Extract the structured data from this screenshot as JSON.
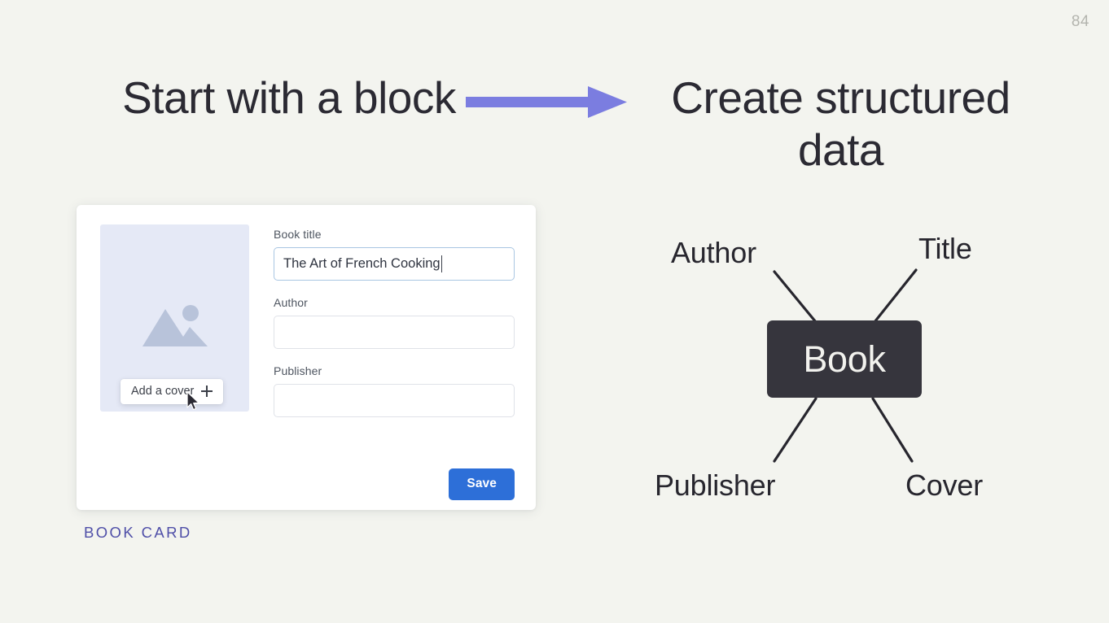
{
  "slide": {
    "page_number": "84",
    "background_color": "#f3f4ef"
  },
  "headings": {
    "left": "Start with a block",
    "right": "Create structured data"
  },
  "arrow": {
    "name": "right-arrow",
    "color": "#7b7de0"
  },
  "card": {
    "caption": "BOOK CARD",
    "caption_color": "#4f4fa8",
    "cover": {
      "placeholder_icon": "image-placeholder-icon",
      "background_color": "#e5e9f6",
      "add_cover_label": "Add a cover",
      "add_cover_icon": "plus-icon",
      "cursor_icon": "mouse-pointer-icon"
    },
    "fields": [
      {
        "label": "Book title",
        "value": "The Art of French Cooking",
        "placeholder": "",
        "focused": true
      },
      {
        "label": "Author",
        "value": "",
        "placeholder": "",
        "focused": false
      },
      {
        "label": "Publisher",
        "value": "",
        "placeholder": "",
        "focused": false
      }
    ],
    "save_label": "Save",
    "save_color": "#2d6fd8"
  },
  "diagram": {
    "center_node": "Book",
    "center_color": "#36353d",
    "labels": {
      "top_left": "Author",
      "top_right": "Title",
      "bottom_left": "Publisher",
      "bottom_right": "Cover"
    }
  }
}
